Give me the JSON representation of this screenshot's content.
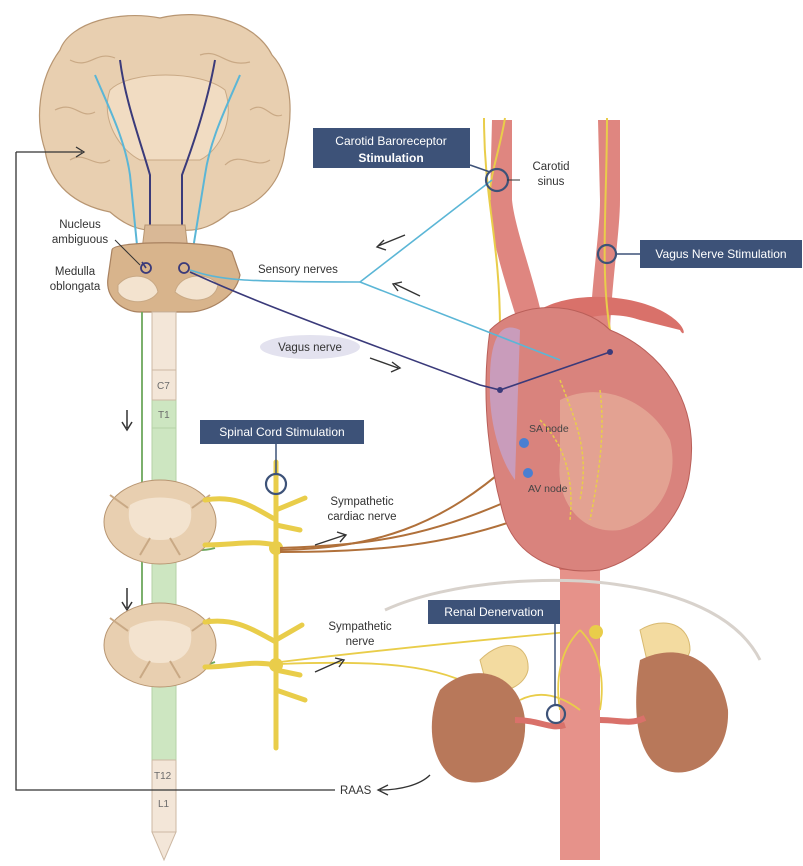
{
  "labels": {
    "nucleus_line1": "Nucleus",
    "nucleus_line2": "ambiguous",
    "medulla_line1": "Medulla",
    "medulla_line2": "oblongata",
    "sensory_nerves": "Sensory nerves",
    "vagus_nerve": "Vagus nerve",
    "carotid_line1": "Carotid",
    "carotid_line2": "sinus",
    "sa_node": "SA node",
    "av_node": "AV node",
    "symp_cardiac_line1": "Sympathetic",
    "symp_cardiac_line2": "cardiac nerve",
    "symp_nerve_line1": "Sympathetic",
    "symp_nerve_line2": "nerve",
    "raas": "RAAS"
  },
  "boxes": {
    "carotid_line1": "Carotid Baroreceptor",
    "carotid_line2": "Stimulation",
    "vagus": "Vagus Nerve Stimulation",
    "spinal": "Spinal Cord Stimulation",
    "renal": "Renal Denervation"
  },
  "segments": {
    "c7": "C7",
    "t1": "T1",
    "t12": "T12",
    "l1": "L1"
  },
  "colors": {
    "box_fill": "#3d5278",
    "sensory_nerve": "#5bb6d6",
    "vagus_nerve": "#3a3a7a",
    "sympathetic": "#e9cd4a",
    "spinal_green": "#a9d39a",
    "brain": "#e8cfb0",
    "heart": "#d9837d",
    "artery": "#d9716a",
    "kidney": "#b8785a"
  }
}
